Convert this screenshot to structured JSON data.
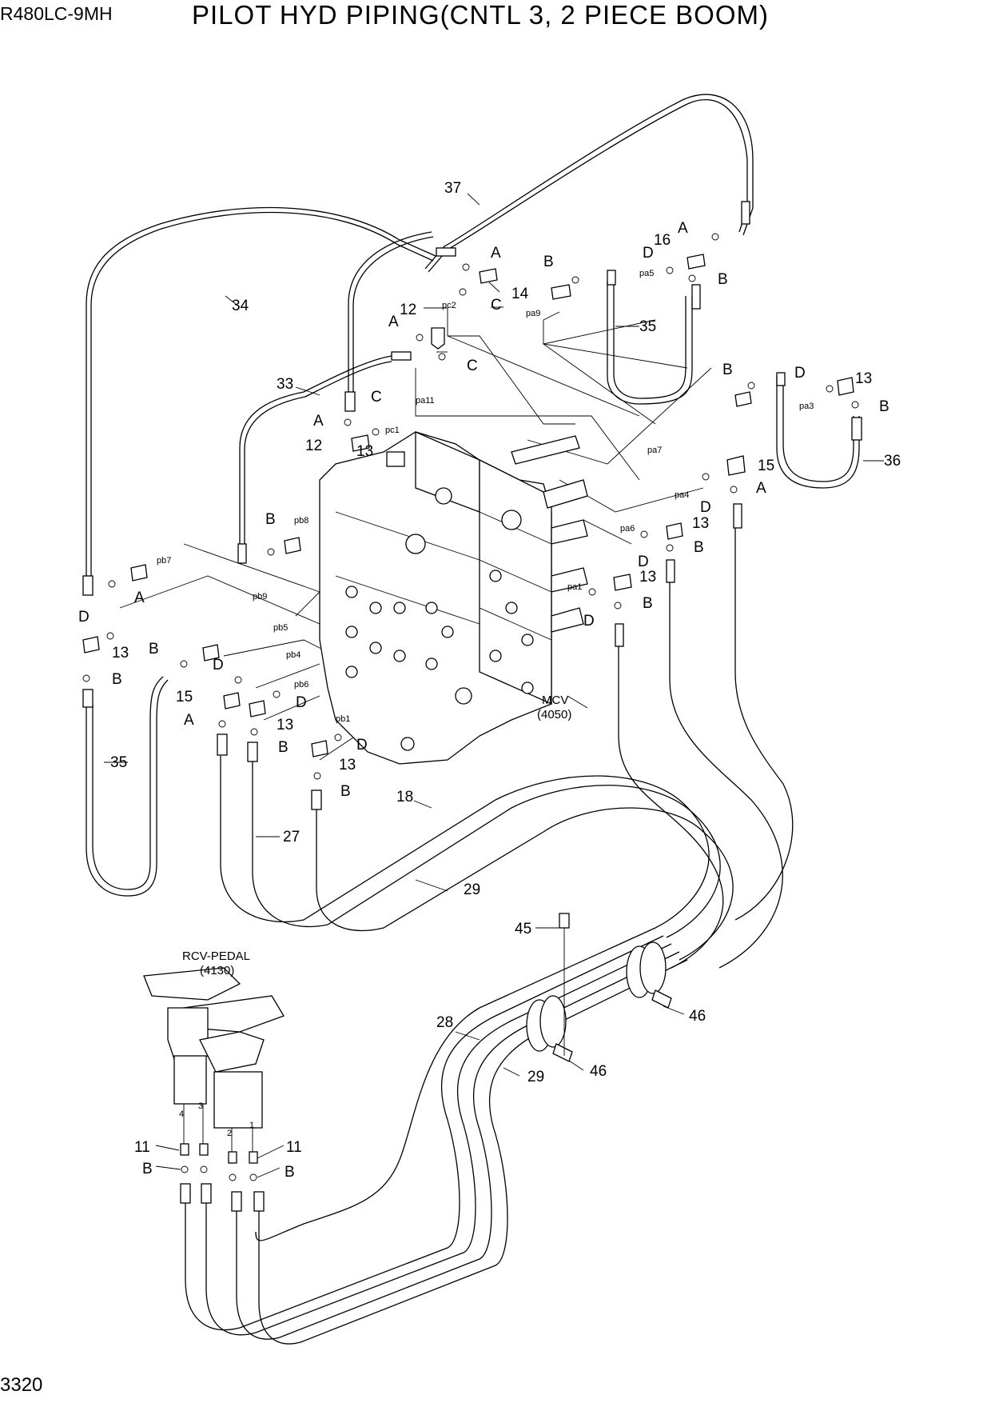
{
  "header": {
    "model": "R480LC-9MH",
    "title": "PILOT HYD PIPING(CNTL 3, 2 PIECE BOOM)",
    "page_number": "3320"
  },
  "components": {
    "mcv": {
      "name": "MCV",
      "code": "(4050)"
    },
    "rcv_pedal": {
      "name": "RCV-PEDAL",
      "code": "(4130)"
    }
  },
  "part_labels": [
    "37",
    "34",
    "33",
    "35",
    "35",
    "36",
    "12",
    "12",
    "14",
    "16",
    "13",
    "13",
    "13",
    "13",
    "13",
    "13",
    "13",
    "15",
    "15",
    "18",
    "27",
    "29",
    "29",
    "28",
    "45",
    "46",
    "46",
    "11",
    "11"
  ],
  "letter_labels": [
    "A",
    "B",
    "C",
    "D"
  ],
  "port_labels": [
    "pc2",
    "pa9",
    "pa5",
    "pa11",
    "pc1",
    "pa7",
    "pa3",
    "pa4",
    "pa6",
    "pa1",
    "pb8",
    "pb7",
    "pb9",
    "pb5",
    "pb4",
    "pb6",
    "pb1"
  ],
  "pedal_port_numbers": [
    "4",
    "3",
    "2",
    "1"
  ]
}
